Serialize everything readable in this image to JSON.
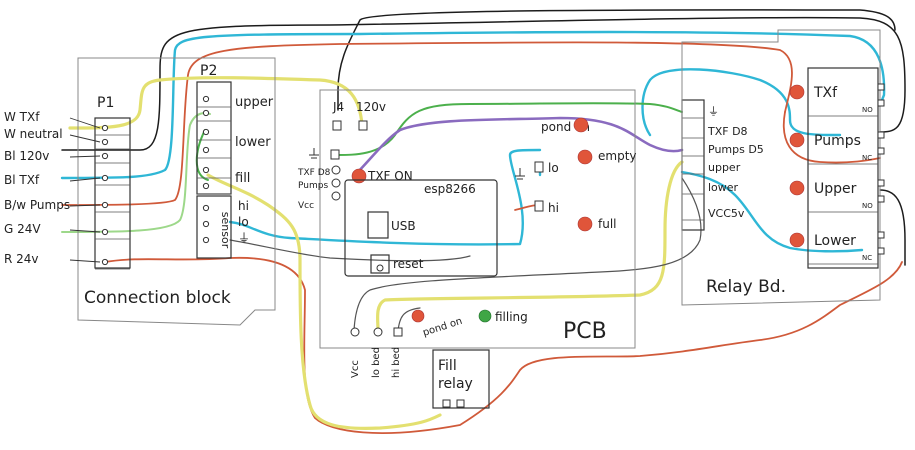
{
  "connection_block": {
    "title": "Connection block",
    "p1_label": "P1",
    "p2_label": "P2",
    "left_labels": [
      "W  TXf",
      "W  neutral",
      "Bl  120v",
      "Bl  TXf",
      "B/w  Pumps",
      "G  24V",
      "R  24v"
    ],
    "p2_labels": [
      "upper",
      "lower",
      "fill"
    ],
    "sensor_label": "sensor",
    "sensor_pins": [
      "hi",
      "lo",
      "⏚"
    ]
  },
  "pcb": {
    "title": "PCB",
    "j4_label": "J4",
    "v120_label": "120v",
    "esp_label": "esp8266",
    "usb_label": "USB",
    "reset_label": "reset",
    "txf_on_label": "TXF ON",
    "left_pin_labels": [
      "TXF D8",
      "Pumps",
      "Vcc"
    ],
    "pond_on_label": "pond on",
    "empty_label": "empty",
    "full_label": "full",
    "lo_label": "lo",
    "hi_label": "hi",
    "bottom_pins": [
      "Vcc",
      "lo bed",
      "hi bed"
    ],
    "pond_on_small": "pond on",
    "filling_label": "filling",
    "right_pins": [
      "⏚",
      "TXF D8",
      "Pumps D5",
      "upper",
      "lower",
      "VCC5v"
    ]
  },
  "fill_relay": {
    "label": "Fill relay"
  },
  "relay_board": {
    "label": "Relay Bd.",
    "relays": [
      "TXf",
      "Pumps",
      "Upper",
      "Lower"
    ],
    "terminals": [
      "NO",
      "NC",
      "NO",
      "NC"
    ]
  },
  "colors": {
    "black": "#1c1c1c",
    "cyan": "#2fb7d6",
    "red": "#d05a3a",
    "yellow": "#e3e070",
    "green": "#4cb04c",
    "light_green": "#9dd88a",
    "purple": "#8a6bbf",
    "led_red": "#e0553a",
    "led_green": "#3fa645"
  }
}
